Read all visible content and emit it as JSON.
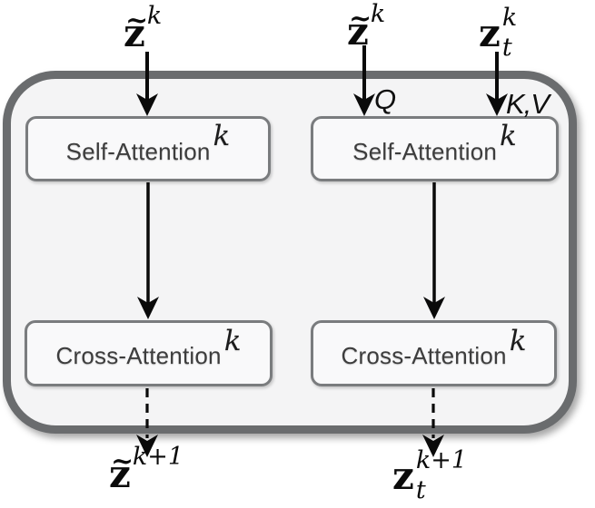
{
  "blocks": {
    "self_left": {
      "label": "Self-Attention",
      "sup": "k"
    },
    "self_right": {
      "label": "Self-Attention",
      "sup": "k"
    },
    "cross_left": {
      "label": "Cross-Attention",
      "sup": "k"
    },
    "cross_right": {
      "label": "Cross-Attention",
      "sup": "k"
    }
  },
  "edge_labels": {
    "query": "Q",
    "key_value": "K,V"
  },
  "io_labels": {
    "top_left": {
      "tilde": "~",
      "base": "z",
      "sup": "k"
    },
    "top_mid": {
      "tilde": "~",
      "base": "z",
      "sup": "k"
    },
    "top_right": {
      "base": "z",
      "sup": "k",
      "sub": "t"
    },
    "bottom_left": {
      "tilde": "~",
      "base": "z",
      "sup": "k+1"
    },
    "bottom_right": {
      "base": "z",
      "sup": "k+1",
      "sub": "t"
    }
  },
  "colors": {
    "container_border": "#6a6c6e",
    "container_fill": "#f4f4f5",
    "block_border": "#7a7c7e",
    "block_fill": "#f9f9fa",
    "block_text": "#3d3d3d",
    "arrow": "#0a0a0a",
    "page_background": "#ffffff"
  }
}
